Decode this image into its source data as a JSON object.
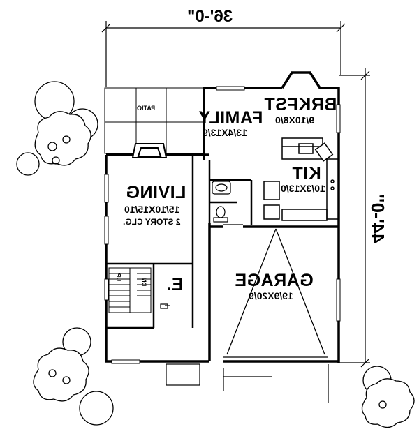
{
  "overall": {
    "width": "36'-0\"",
    "depth": "44'-0\""
  },
  "rooms": {
    "brkfst": {
      "name": "BRKFST",
      "size": "9/10X8/0"
    },
    "family": {
      "name": "FAMILY",
      "size": "13/4X13/9"
    },
    "living": {
      "name": "LIVING",
      "size": "15/10X15/10",
      "note": "2 STORY CLG."
    },
    "kit": {
      "name": "KIT",
      "size": "10/3X13/0"
    },
    "garage": {
      "name": "GARAGE",
      "size": "19/9X20/9"
    },
    "entry": {
      "name": "E."
    },
    "patio": {
      "name": "PATIO"
    }
  },
  "stairs": {
    "up": "UP",
    "dn": "DN"
  },
  "colors": {
    "line": "#000000",
    "background": "#ffffff",
    "patio_grid": "#888888"
  }
}
